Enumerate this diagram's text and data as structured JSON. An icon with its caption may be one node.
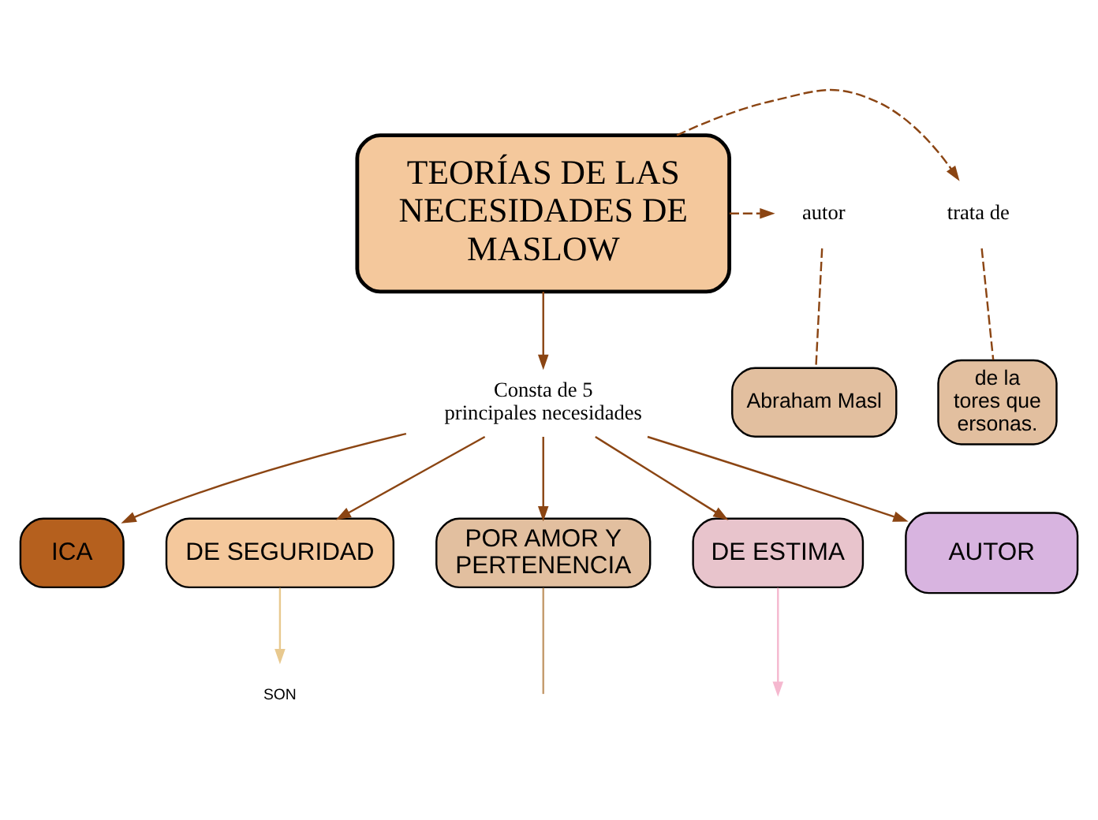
{
  "diagram": {
    "nodes": [
      {
        "text": [
          "TEORÍAS DE LAS NECESIDADES DE MASLOW"
        ]
      },
      {
        "text": [
          "trata de"
        ]
      },
      {
        "text": [
          "de la tores que ersonas."
        ]
      },
      {
        "text": [
          "autor"
        ]
      },
      {
        "text": [
          "Abraham Masl"
        ]
      },
      {
        "text": [
          "Consta de 5 principales necesidades"
        ]
      },
      {
        "text": [
          "ICA"
        ]
      },
      {
        "text": [
          "DE SEGURIDAD"
        ]
      },
      {
        "text": [
          "POR AMOR Y PERTENENCIA"
        ]
      },
      {
        "text": [
          "DE ESTIMA"
        ]
      },
      {
        "text": [
          "AUTOR"
        ]
      },
      {
        "text": [
          "SON"
        ]
      }
    ],
    "edges": [
      {
        "from": 0,
        "to": 1,
        "arrow": "to",
        "style": "dashed"
      },
      {
        "from": 1,
        "to": 2,
        "arrow": "none",
        "style": "dashed"
      },
      {
        "from": 0,
        "to": 3,
        "arrow": "to",
        "style": "dashed"
      },
      {
        "from": 3,
        "to": 4,
        "arrow": "none",
        "style": "dashed"
      },
      {
        "from": 0,
        "to": 5,
        "arrow": "to"
      },
      {
        "from": 5,
        "to": 6,
        "arrow": "to"
      },
      {
        "from": 5,
        "to": 7,
        "arrow": "to"
      },
      {
        "from": 5,
        "to": 8,
        "arrow": "to"
      },
      {
        "from": 5,
        "to": 9,
        "arrow": "to"
      },
      {
        "from": 5,
        "to": 10,
        "arrow": "to"
      },
      {
        "from": 7,
        "to": 11,
        "arrow": "to",
        "color": "#e8c98f"
      },
      {
        "from": 8,
        "to": null,
        "arrow": "none",
        "color": "#c49a6c"
      },
      {
        "from": 9,
        "to": null,
        "arrow": "to",
        "color": "#f5b8cf"
      }
    ]
  }
}
